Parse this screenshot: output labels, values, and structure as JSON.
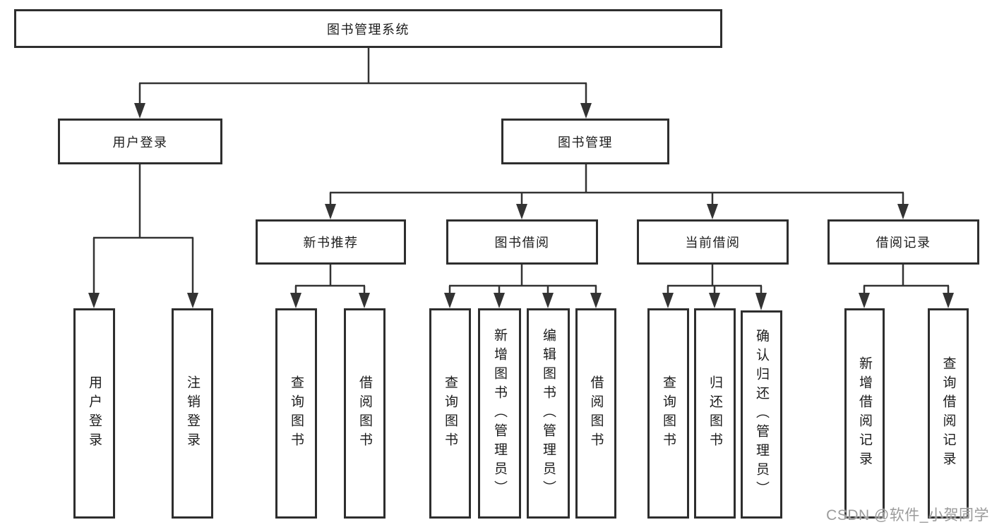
{
  "diagram": {
    "root_label": "图书管理系统",
    "level2": [
      {
        "label": "用户登录"
      },
      {
        "label": "图书管理"
      }
    ],
    "level3": [
      {
        "label": "新书推荐"
      },
      {
        "label": "图书借阅"
      },
      {
        "label": "当前借阅"
      },
      {
        "label": "借阅记录"
      }
    ],
    "leaves": {
      "user_login": [
        "用户登录",
        "注销登录"
      ],
      "new_book": [
        "查询图书",
        "借阅图书"
      ],
      "book_borrow": [
        "查询图书",
        "新增图书（管理员）",
        "编辑图书（管理员）",
        "借阅图书"
      ],
      "current_borrow": [
        "查询图书",
        "归还图书",
        "确认归还（管理员）"
      ],
      "borrow_records": [
        "新增借阅记录",
        "查询借阅记录"
      ]
    }
  },
  "watermark": {
    "text": "CSDN @软件_小贺同学"
  },
  "colors": {
    "line": "#333333",
    "box_border": "#2e2e2e",
    "text": "#1c1c1c",
    "watermark": "#9b9b9b",
    "background": "#ffffff"
  }
}
